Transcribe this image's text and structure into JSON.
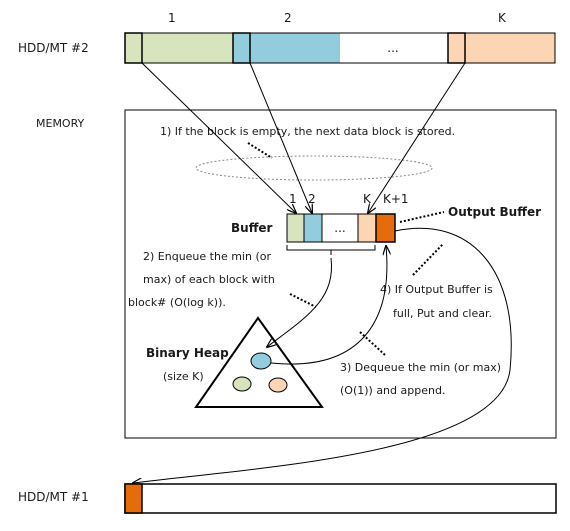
{
  "hdd_top": {
    "label": "HDD/MT #2",
    "block_labels": [
      "1",
      "2",
      "K"
    ],
    "ellipsis": "...",
    "colors": {
      "block1": "#d7e4bd",
      "block2": "#93cddd",
      "block3": "#ffffff",
      "blockK": "#fcd5b5"
    }
  },
  "memory": {
    "label": "MEMORY",
    "step1": "1) If the block is empty, the next data block is stored.",
    "step2": [
      "2) Enqueue the min (or",
      "max) of each block with",
      "block# (O(log k))."
    ],
    "step3": [
      "3) Dequeue the min (or max)",
      "(O(1)) and append."
    ],
    "step4": [
      "4) If Output Buffer is",
      "full, Put and clear."
    ]
  },
  "buffer": {
    "label": "Buffer",
    "index_labels": [
      "1",
      "2",
      "K",
      "K+1"
    ],
    "ellipsis": "...",
    "output_label": "Output Buffer",
    "output_color": "#e46c0a"
  },
  "heap": {
    "title": "Binary Heap",
    "size_label": "(size K)",
    "node_colors": [
      "#93cddd",
      "#d7e4bd",
      "#fcd5b5"
    ]
  },
  "hdd_bottom": {
    "label": "HDD/MT #1",
    "fill_color": "#e46c0a"
  }
}
